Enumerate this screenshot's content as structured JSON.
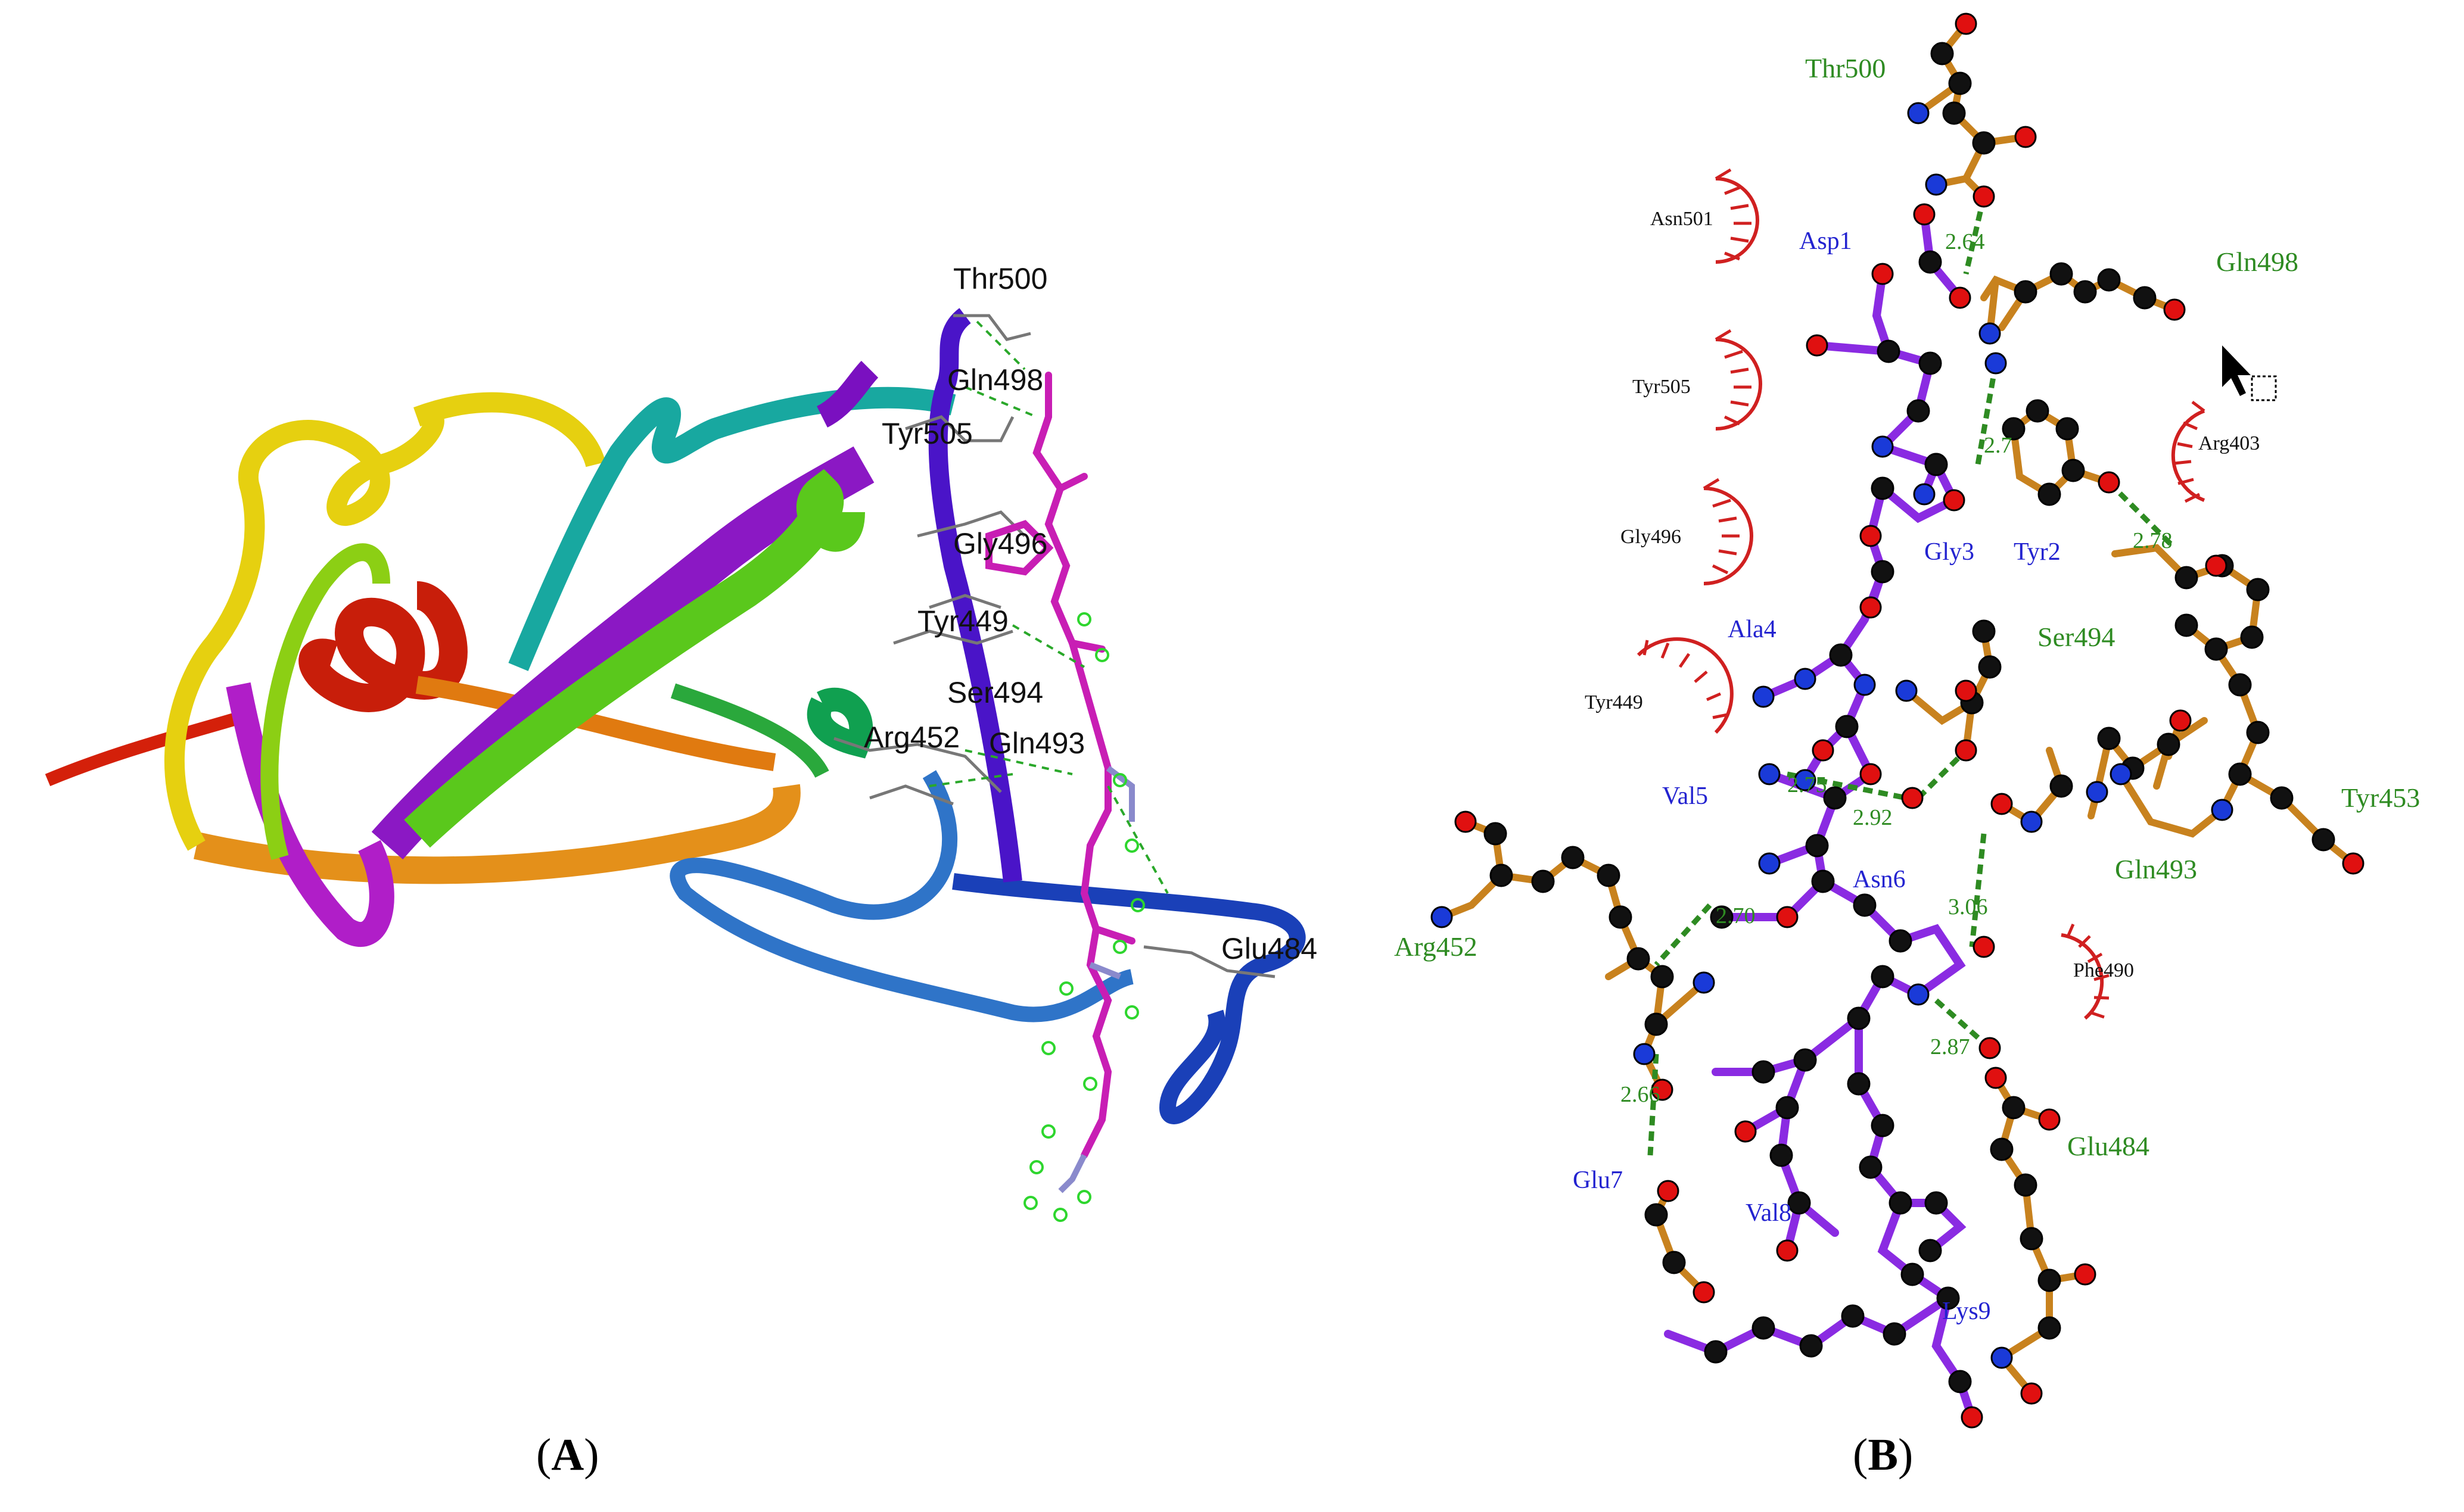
{
  "panels": {
    "a": {
      "open": "(",
      "letter": "A",
      "close": ")"
    },
    "b": {
      "open": "(",
      "letter": "B",
      "close": ")"
    }
  },
  "panel_a_labels": [
    "Thr500",
    "Gln498",
    "Tyr505",
    "Gly496",
    "Tyr449",
    "Ser494",
    "Arg452",
    "Gln493",
    "Glu484"
  ],
  "panel_b": {
    "ligand_residues": [
      "Asp1",
      "Tyr2",
      "Gly3",
      "Ala4",
      "Val5",
      "Asn6",
      "Glu7",
      "Val8",
      "Lys9"
    ],
    "hbond_residues": [
      "Thr500",
      "Gln498",
      "Ser494",
      "Tyr453",
      "Gln493",
      "Arg452",
      "Glu484"
    ],
    "hydrophobic_residues": [
      "Asn501",
      "Tyr505",
      "Arg403",
      "Gly496",
      "Tyr449",
      "Phe490"
    ],
    "distances": [
      "2.64",
      "2.7",
      "2.78",
      "2.75",
      "2.92",
      "3.06",
      "2.70",
      "2.87",
      "2.66"
    ]
  },
  "colors": {
    "ligand_bond": "#8a2be2",
    "protein_bond": "#c8821e",
    "hbond": "#2e8b22",
    "hydrophobic_arc": "#d02020",
    "carbon": "#111111",
    "oxygen": "#e01010",
    "nitrogen": "#1a3ad8"
  }
}
